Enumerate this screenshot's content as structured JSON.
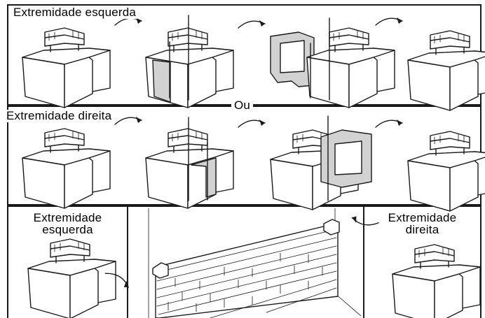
{
  "labels": {
    "left_end": "Extremidade esquerda",
    "right_end": "Extremidade direita",
    "or": "Ou",
    "bottom_left_line1": "Extremidade",
    "bottom_left_line2": "esquerda",
    "bottom_right_line1": "Extremidade",
    "bottom_right_line2": "direita"
  },
  "icons": {
    "arrow": "curved-arrow-icon",
    "block": "corner-block-icon"
  }
}
